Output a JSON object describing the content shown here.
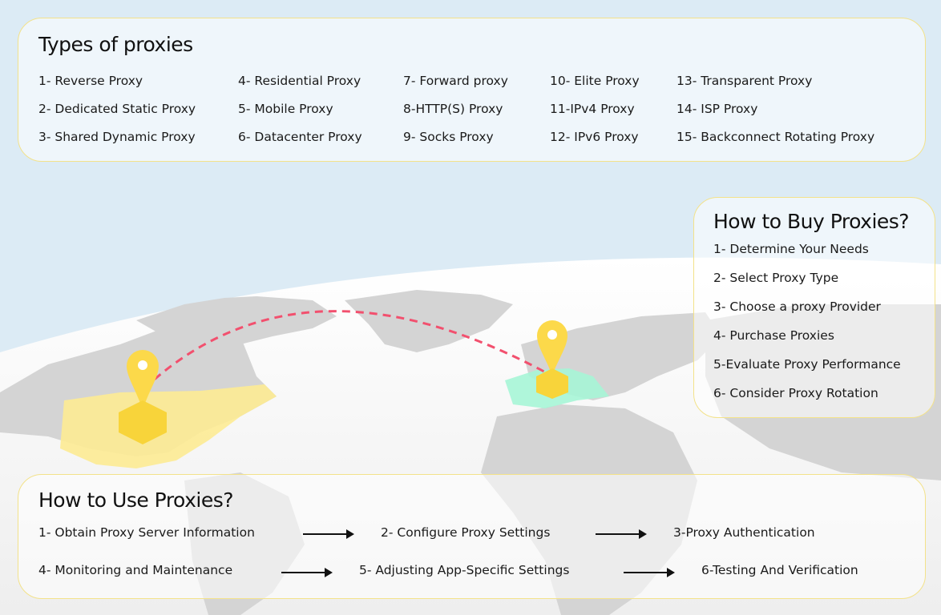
{
  "types": {
    "title": "Types of proxies",
    "items": [
      "1- Reverse Proxy",
      "2- Dedicated Static Proxy",
      "3- Shared Dynamic Proxy",
      "4- Residential Proxy",
      "5- Mobile Proxy",
      "6- Datacenter Proxy",
      "7- Forward proxy",
      "8-HTTP(S) Proxy",
      "9- Socks Proxy",
      "10- Elite Proxy",
      "11-IPv4 Proxy",
      "12- IPv6 Proxy",
      "13- Transparent Proxy",
      "14- ISP Proxy",
      "15- Backconnect Rotating Proxy"
    ]
  },
  "buy": {
    "title": "How to Buy Proxies?",
    "items": [
      "1- Determine Your Needs",
      "2- Select Proxy Type",
      "3- Choose a proxy Provider",
      "4- Purchase Proxies",
      "5-Evaluate Proxy Performance",
      "6- Consider Proxy Rotation"
    ]
  },
  "use": {
    "title": "How to Use Proxies?",
    "items": [
      "1- Obtain Proxy Server Information",
      "2- Configure Proxy Settings",
      "3-Proxy Authentication",
      "4- Monitoring and Maintenance",
      "5- Adjusting App-Specific Settings",
      "6-Testing And Verification"
    ]
  },
  "colors": {
    "border": "#f3e28a",
    "pin": "#fcd94a",
    "route": "#f2506e",
    "usa": "#fdeb94",
    "europe": "#a6f5d6",
    "land": "#d4d4d4",
    "sky": "#dcebf5"
  }
}
